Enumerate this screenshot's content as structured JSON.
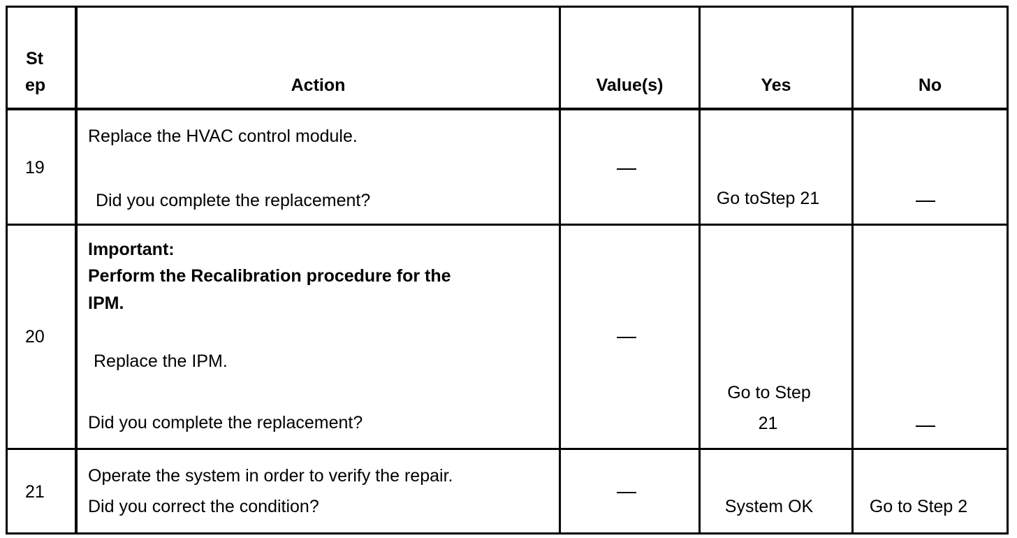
{
  "table": {
    "headers": {
      "step_line1": "St",
      "step_line2": "ep",
      "action": "Action",
      "values": "Value(s)",
      "yes": "Yes",
      "no": "No"
    },
    "rows": [
      {
        "step": "19",
        "action_line1": "Replace the HVAC control module.",
        "action_line2": "Did you complete the replacement?",
        "values": "—",
        "yes": "Go toStep 21",
        "no": "—"
      },
      {
        "step": "20",
        "important_label": "Important:",
        "important_line1": "Perform the Recalibration procedure for the",
        "important_line2": "IPM.",
        "action_line1": "Replace the IPM.",
        "action_line2": "Did you complete the replacement?",
        "values": "—",
        "yes_line1": "Go to Step",
        "yes_line2": "21",
        "no": "—"
      },
      {
        "step": "21",
        "action_line1": "Operate the system in order to verify the repair.",
        "action_line2": "Did you correct the condition?",
        "values": "—",
        "yes": "System OK",
        "no": "Go to Step 2"
      }
    ]
  }
}
